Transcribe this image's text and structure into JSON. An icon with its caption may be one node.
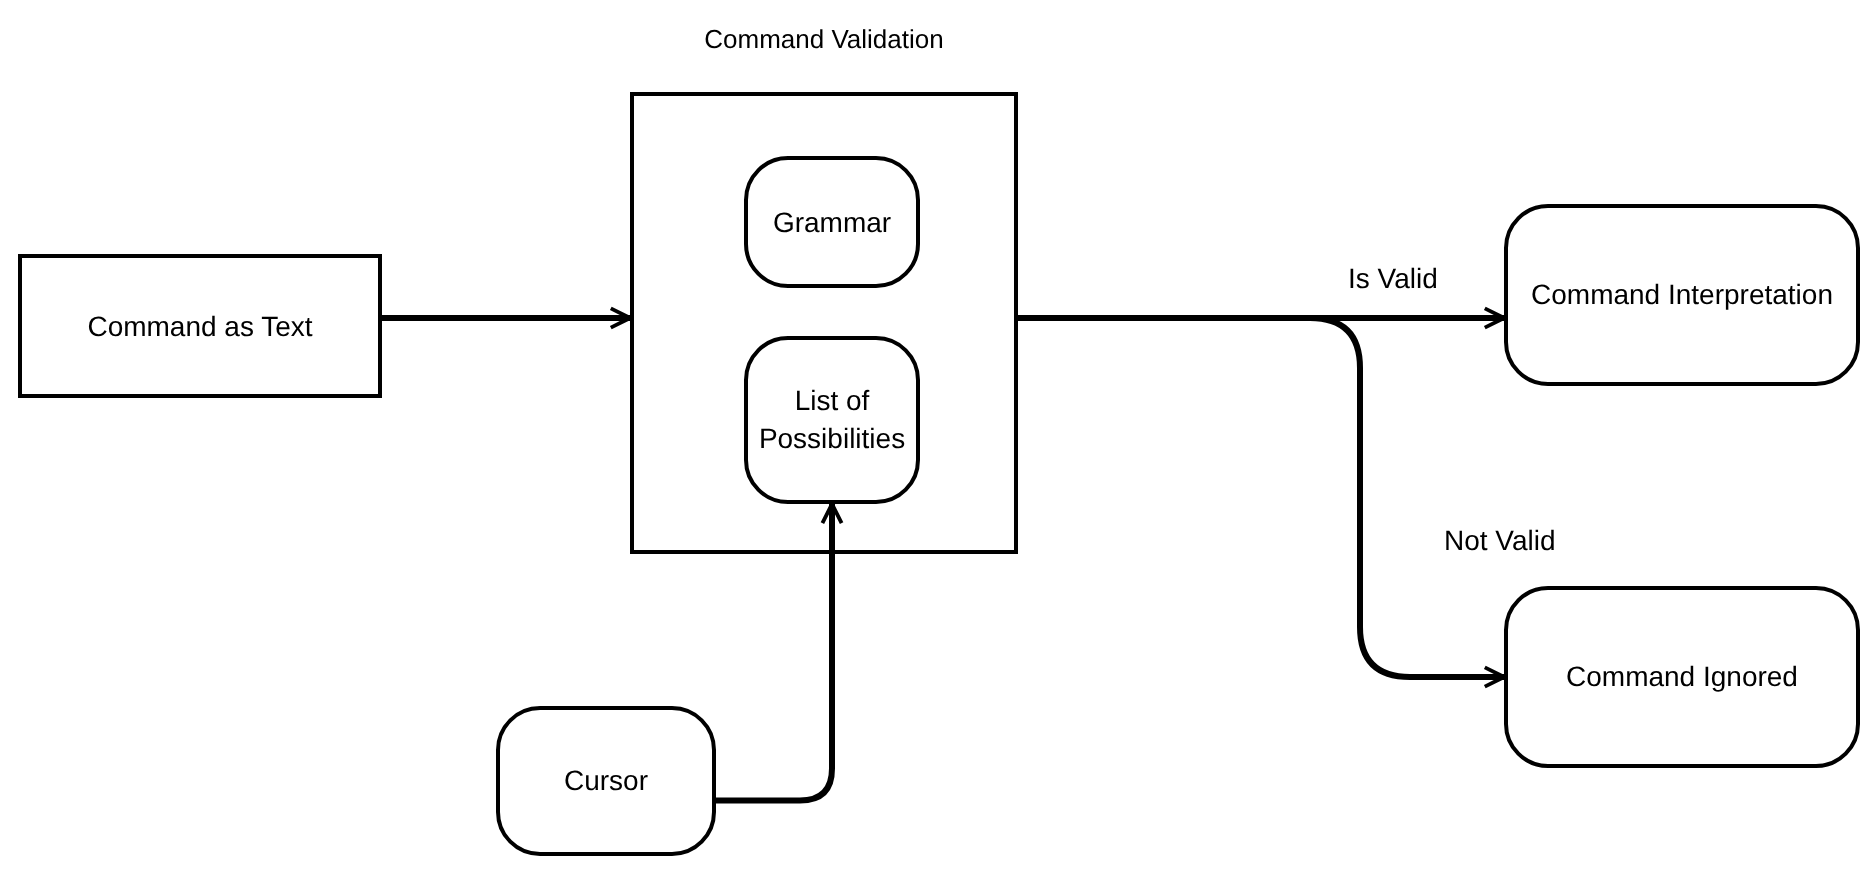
{
  "diagram": {
    "nodes": [
      {
        "text": [
          "Command Validation"
        ]
      },
      {
        "text": [
          "Grammar"
        ],
        "in": 0
      },
      {
        "text": [
          "List of Possibilities"
        ],
        "in": 0
      },
      {
        "text": [
          "Command as Text"
        ]
      },
      {
        "text": [
          "Command Interpretation"
        ]
      },
      {
        "text": [
          "Command Ignored"
        ]
      },
      {
        "text": [
          "Cursor"
        ]
      }
    ],
    "edges": [
      {
        "from": 3,
        "to": 0,
        "arrow": "to"
      },
      {
        "from": 0,
        "to": 4,
        "arrow": "to",
        "label": "Is Valid"
      },
      {
        "from": 0,
        "to": 5,
        "arrow": "to",
        "label": "Not Valid"
      },
      {
        "from": 6,
        "to": 2,
        "arrow": "to"
      }
    ]
  }
}
